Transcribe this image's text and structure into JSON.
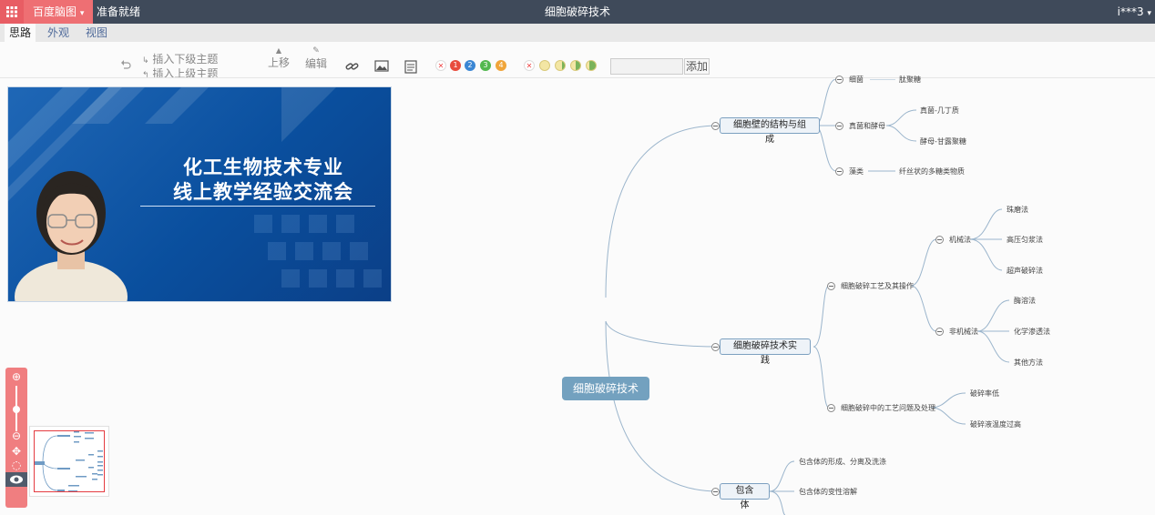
{
  "topbar": {
    "app_icon": "grid-icon",
    "brand": "百度脑图",
    "brand_caret": "▾",
    "status": "准备就绪",
    "title": "细胞破碎技术",
    "user": "i***3",
    "user_caret": "▾"
  },
  "tabs": [
    {
      "label": "思路",
      "active": true
    },
    {
      "label": "外观",
      "active": false
    },
    {
      "label": "视图",
      "active": false
    }
  ],
  "toolbar": {
    "insert_child": "插入下级主题",
    "insert_parent": "插入上级主题",
    "move_up": "上移",
    "edit": "编辑",
    "add": "添加",
    "priority_labels": [
      "1",
      "2",
      "3",
      "4"
    ]
  },
  "video": {
    "title_line1": "化工生物技术专业",
    "title_line2": "线上教学经验交流会"
  },
  "mindmap": {
    "root": "细胞破碎技术",
    "branch1": {
      "label": "细胞壁的结构与组成",
      "children": [
        {
          "label": "细菌",
          "leaf": "肽聚糖"
        },
        {
          "label": "真菌和酵母",
          "leaves": [
            "真菌-几丁质",
            "酵母-甘露聚糖"
          ]
        },
        {
          "label": "藻类",
          "leaf": "纤丝状的多糖类物质"
        }
      ]
    },
    "branch2": {
      "label": "细胞破碎技术实践",
      "children": [
        {
          "label": "细胞破碎工艺及其操作",
          "groups": [
            {
              "label": "机械法",
              "leaves": [
                "珠磨法",
                "高压匀浆法",
                "超声破碎法"
              ]
            },
            {
              "label": "非机械法",
              "leaves": [
                "酶溶法",
                "化学渗透法",
                "其他方法"
              ]
            }
          ]
        },
        {
          "label": "细胞破碎中的工艺问题及处理",
          "leaves": [
            "破碎率低",
            "破碎液温度过高"
          ]
        }
      ]
    },
    "branch3": {
      "label": "包含体",
      "children": [
        "包含体的形成、分离及洗涤",
        "包含体的变性溶解"
      ]
    }
  },
  "colors": {
    "topbar_bg": "#3f4a5a",
    "brand_bg": "#ee6f73",
    "root_node": "#73a1bf",
    "zoombar": "#f07e80"
  }
}
